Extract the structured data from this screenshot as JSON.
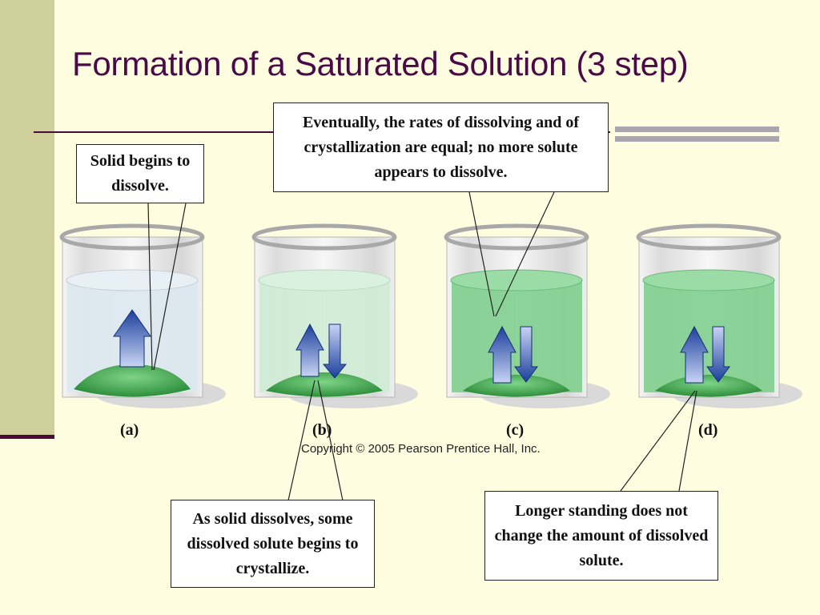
{
  "title": "Formation of a Saturated Solution (3 step)",
  "callouts": {
    "a": "Solid begins to dissolve.",
    "c": "Eventually, the rates of dissolving and of crystallization are equal; no more solute appears to dissolve.",
    "b": "As solid dissolves, some dissolved solute begins to crystallize.",
    "d": "Longer standing does not change the amount of dissolved solute."
  },
  "beakers": [
    {
      "label": "(a)",
      "liquid_color": "#dde8f0",
      "arrows": [
        "up"
      ]
    },
    {
      "label": "(b)",
      "liquid_color": "#cfecd6",
      "arrows": [
        "up",
        "down"
      ]
    },
    {
      "label": "(c)",
      "liquid_color": "#7fcf8e",
      "arrows": [
        "up",
        "down"
      ]
    },
    {
      "label": "(d)",
      "liquid_color": "#7fcf8e",
      "arrows": [
        "up",
        "down"
      ]
    }
  ],
  "copyright": "Copyright © 2005 Pearson Prentice Hall, Inc.",
  "colors": {
    "title": "#4a0a48",
    "left_bar": "#cfcf9c",
    "background": "#fffde0",
    "solid": "#3ea84e"
  }
}
